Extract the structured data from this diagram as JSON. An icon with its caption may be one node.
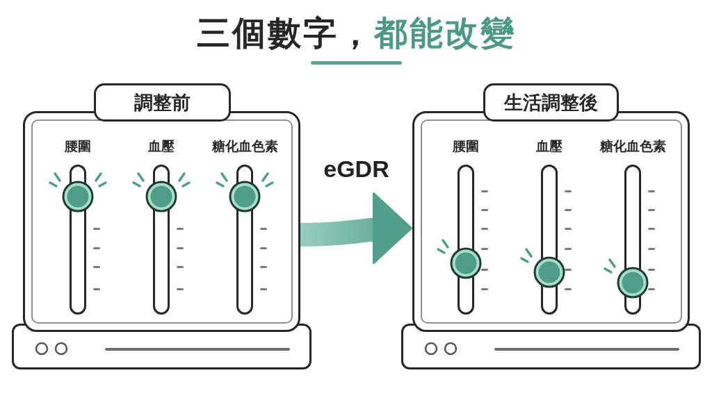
{
  "diagram": {
    "title": "三個數字，*都能改變*",
    "nodes": [
      {
        "text": [
          "調整前"
        ]
      },
      {
        "text": [
          "腰圍"
        ],
        "in": 0
      },
      {
        "text": [
          "血壓"
        ],
        "in": 0
      },
      {
        "text": [
          "糖化血色素"
        ],
        "in": 0
      },
      {
        "text": [
          "生活調整後"
        ]
      },
      {
        "text": [
          "腰圍"
        ],
        "in": 4
      },
      {
        "text": [
          "血壓"
        ],
        "in": 4
      },
      {
        "text": [
          "糖化血色素"
        ],
        "in": 4
      }
    ],
    "edges": [
      {
        "from": 0,
        "to": 4,
        "arrow": "to",
        "label": "eGDR",
        "style": "thick"
      }
    ]
  }
}
